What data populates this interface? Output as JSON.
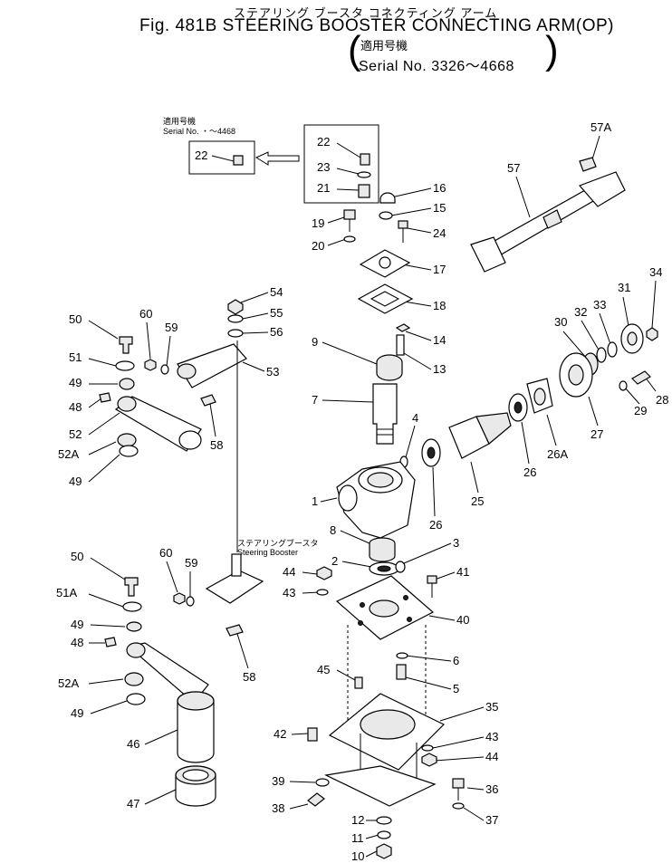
{
  "header": {
    "title_jp": "ステアリング ブースタ コネクティング アーム",
    "title_en": "Fig. 481B STEERING BOOSTER CONNECTING ARM(OP)",
    "serial_jp": "適用号機",
    "serial_en": "Serial No. 3326～4668"
  },
  "inset": {
    "caption_jp": "適用号機",
    "caption_en": "Serial No. ・～4468"
  },
  "annotation": {
    "jp": "ステアリングブースタ",
    "en": "Steering Booster"
  },
  "callouts": {
    "c57a": "57A",
    "c57": "57",
    "c22a": "22",
    "c23": "23",
    "c21": "21",
    "c22b": "22",
    "c16": "16",
    "c15": "15",
    "c19": "19",
    "c24": "24",
    "c20": "20",
    "c17": "17",
    "c18": "18",
    "c14": "14",
    "c9": "9",
    "c13": "13",
    "c7": "7",
    "c4": "4",
    "c1": "1",
    "c8": "8",
    "c2": "2",
    "c3": "3",
    "c41": "41",
    "c40": "40",
    "c6": "6",
    "c5": "5",
    "c45": "45",
    "c35": "35",
    "c43b": "43",
    "c44b": "44",
    "c42": "42",
    "c39": "39",
    "c38": "38",
    "c12": "12",
    "c11": "11",
    "c10": "10",
    "c36": "36",
    "c37": "37",
    "c44a": "44",
    "c43a": "43",
    "c34": "34",
    "c31": "31",
    "c33": "33",
    "c32": "32",
    "c30": "30",
    "c28": "28",
    "c29": "29",
    "c27": "27",
    "c26a": "26A",
    "c26b": "26",
    "c25": "25",
    "c26c": "26",
    "c54": "54",
    "c55": "55",
    "c56": "56",
    "c50a": "50",
    "c60a": "60",
    "c59a": "59",
    "c51": "51",
    "c53": "53",
    "c49a": "49",
    "c48a": "48",
    "c52": "52",
    "c58a": "58",
    "c52aa": "52A",
    "c49b": "49",
    "c50b": "50",
    "c60b": "60",
    "c59b": "59",
    "c51a": "51A",
    "c49c": "49",
    "c48b": "48",
    "c58b": "58",
    "c52ab": "52A",
    "c49d": "49",
    "c46": "46",
    "c47": "47"
  }
}
